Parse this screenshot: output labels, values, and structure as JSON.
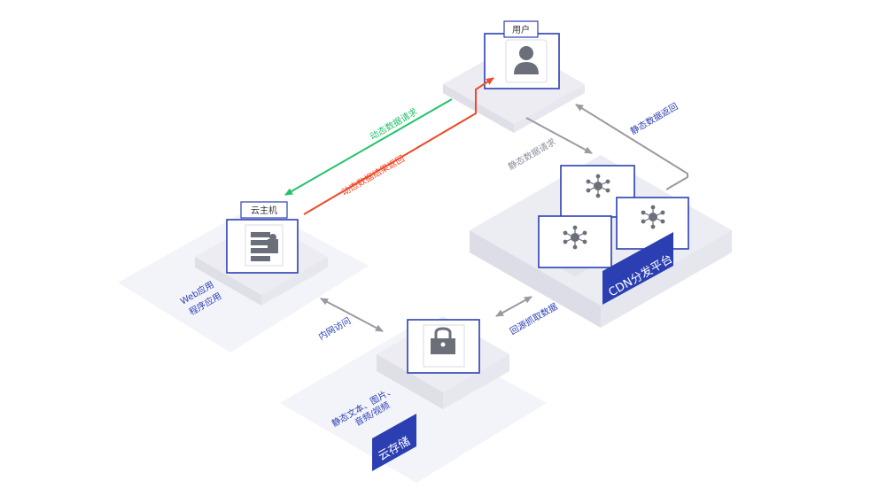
{
  "nodes": {
    "user": {
      "label": "用户"
    },
    "cloud_host": {
      "label": "云主机",
      "caption_line1": "Web应用",
      "caption_line2": "程序应用"
    },
    "cloud_storage": {
      "banner": "云存储",
      "caption_line1": "静态文本、图片、",
      "caption_line2": "音频/视频"
    },
    "cdn": {
      "banner": "CDN分发平台"
    }
  },
  "edges": {
    "dynamic_request": "动态数据请求",
    "dynamic_response": "动态数据结果返回",
    "static_request": "静态数据请求",
    "static_return": "静态数据返回",
    "intranet_access": "内网访问",
    "origin_fetch": "回源抓取数据"
  },
  "colors": {
    "primary": "#2b3fb3",
    "green": "#22c26a",
    "red": "#ef4a2a",
    "gray": "#9a9aa2",
    "platform": "#f2f3f8"
  }
}
